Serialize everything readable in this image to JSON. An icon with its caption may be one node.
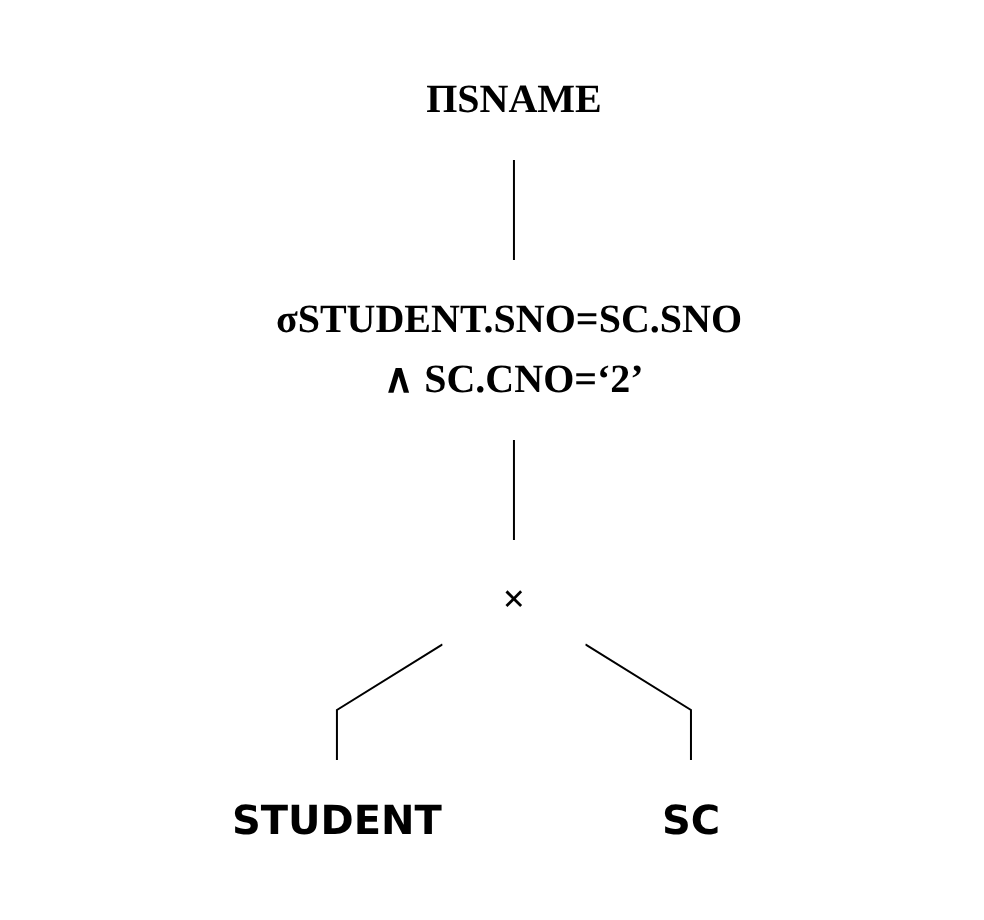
{
  "diagram": {
    "nodes": [
      {
        "text": [
          "ΠSNAME"
        ]
      },
      {
        "text": [
          "σSTUDENT.SNO=SC.SNO ∧ SC.CNO=‘2’"
        ]
      },
      {
        "text": [
          "×"
        ]
      },
      {
        "text": [
          "STUDENT"
        ]
      },
      {
        "text": [
          "SC"
        ]
      }
    ],
    "edges": [
      {
        "from": 0,
        "to": 1,
        "arrow": "none"
      },
      {
        "from": 1,
        "to": 2,
        "arrow": "none"
      },
      {
        "from": 2,
        "to": 3,
        "arrow": "none"
      },
      {
        "from": 2,
        "to": 4,
        "arrow": "none"
      }
    ]
  }
}
